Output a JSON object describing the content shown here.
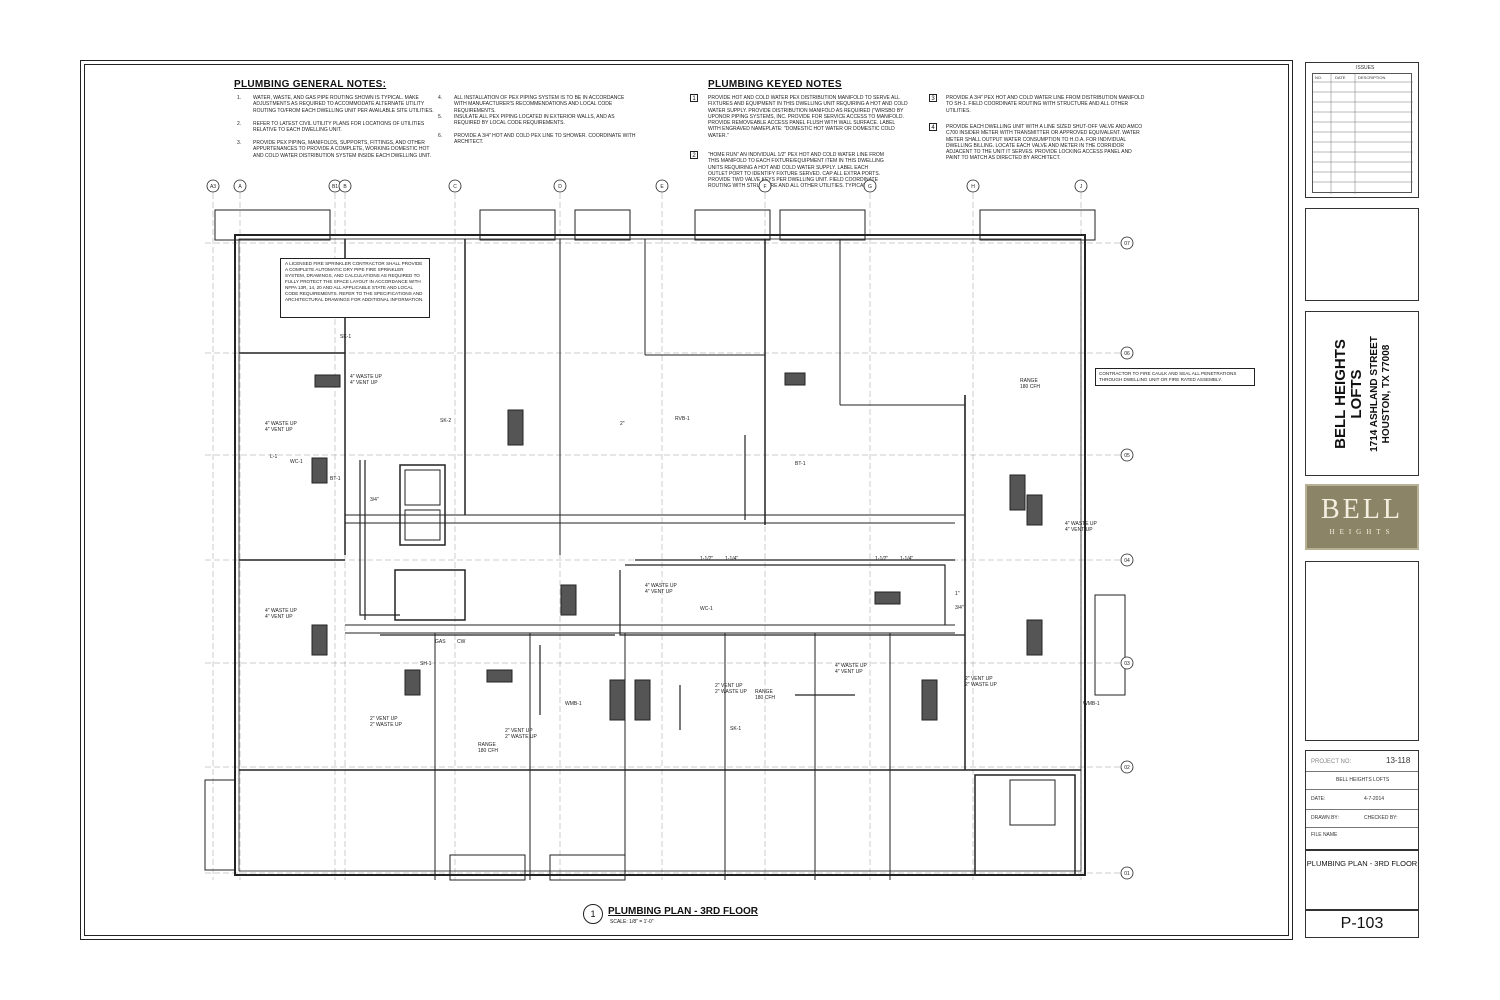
{
  "general_notes": {
    "title": "PLUMBING GENERAL NOTES:",
    "items": [
      {
        "num": "1.",
        "text": "WATER, WASTE, AND GAS PIPE ROUTING SHOWN IS TYPICAL. MAKE ADJUSTMENTS AS REQUIRED TO ACCOMMODATE ALTERNATE UTILITY ROUTING TO/FROM EACH DWELLING UNIT PER AVAILABLE SITE UTILITIES."
      },
      {
        "num": "2.",
        "text": "REFER TO LATEST CIVIL UTILITY PLANS FOR LOCATIONS OF UTILITIES RELATIVE TO EACH DWELLING UNIT."
      },
      {
        "num": "3.",
        "text": "PROVIDE PEX PIPING, MANIFOLDS, SUPPORTS, FITTINGS, AND OTHER APPURTENANCES TO PROVIDE A COMPLETE, WORKING DOMESTIC HOT AND COLD WATER DISTRIBUTION SYSTEM INSIDE EACH DWELLING UNIT."
      },
      {
        "num": "4.",
        "text": "ALL INSTALLATION OF PEX PIPING SYSTEM IS TO BE IN ACCORDANCE WITH MANUFACTURER'S RECOMMENDATIONS AND LOCAL CODE REQUIREMENTS."
      },
      {
        "num": "5.",
        "text": "INSULATE ALL PEX PIPING LOCATED IN EXTERIOR WALLS, AND AS REQUIRED BY LOCAL CODE REQUIREMENTS."
      },
      {
        "num": "6.",
        "text": "PROVIDE A 3/4\" HOT AND COLD PEX LINE TO SHOWER. COORDINATE WITH ARCHITECT."
      }
    ]
  },
  "keyed_notes": {
    "title": "PLUMBING KEYED NOTES",
    "items": [
      {
        "num": "1",
        "text": "PROVIDE HOT AND COLD WATER PEX DISTRIBUTION MANIFOLD TO SERVE ALL FIXTURES AND EQUIPMENT IN THIS DWELLING UNIT REQUIRING A HOT AND COLD WATER SUPPLY. PROVIDE DISTRIBUTION MANIFOLD AS REQUIRED (\"WIRSBO BY UPONOR PIPING SYSTEMS, INC. PROVIDE FOR SERVICE ACCESS TO MANIFOLD. PROVIDE REMOVEABLE ACCESS PANEL FLUSH WITH WALL SURFACE. LABEL WITH ENGRAVED NAMEPLATE: \"DOMESTIC HOT WATER OR DOMESTIC COLD WATER.\""
      },
      {
        "num": "2",
        "text": "\"HOME RUN\" AN INDIVIDUAL 1/2\" PEX HOT AND COLD WATER LINE FROM THIS MANIFOLD TO EACH FIXTURE/EQUIPMENT ITEM IN THIS DWELLING UNITS REQUIRING A HOT AND COLD WATER SUPPLY. LABEL EACH OUTLET PORT TO IDENTIFY FIXTURE SERVED. CAP ALL EXTRA PORTS. PROVIDE TWO VALVE KEYS PER DWELLING UNIT. FIELD COORDINATE ROUTING WITH STRUCTURE AND ALL OTHER UTILITIES. TYPICAL."
      },
      {
        "num": "3",
        "text": "PROVIDE A 3/4\" PEX HOT AND COLD WATER LINE FROM DISTRIBUTION MANIFOLD TO SH-1. FIELD COORDINATE ROUTING WITH STRUCTURE AND ALL OTHER UTILITIES."
      },
      {
        "num": "4",
        "text": "PROVIDE EACH DWELLING UNIT WITH A LINE SIZED SHUT-OFF VALVE AND AMCO C700 INSIDER METER WITH TRANSMITTER OR APPROVED EQUIVALENT. WATER METER SHALL OUTPUT WATER CONSUMPTION TO H.O.A. FOR INDIVIDUAL DWELLING BILLING. LOCATE EACH VALVE AND METER IN THE CORRIDOR ADJACENT TO THE UNIT IT SERVES. PROVIDE LOCKING ACCESS PANEL AND PAINT TO MATCH AS DIRECTED BY ARCHITECT."
      }
    ]
  },
  "sprinkler_note": "A LICENSED FIRE SPRINKLER CONTRACTOR SHALL PROVIDE A COMPLETE AUTOMATIC DRY PIPE FIRE SPRINKLER SYSTEM, DRAWINGS, AND CALCULATIONS AS REQUIRED TO FULLY PROTECT THE SPACE LAYOUT IN ACCORDANCE WITH NFPA 13R, 14, 20 AND ALL APPLICABLE STATE AND LOCAL CODE REQUIREMENTS. REFER TO THE SPECIFICATIONS AND ARCHITECTURAL DRAWINGS FOR ADDITIONAL INFORMATION.",
  "contractor_note": "CONTRACTOR TO FIRE CAULK AND SEAL ALL PENETRATIONS THROUGH DWELLING UNIT OR FIRE RATED ASSEMBLY.",
  "grid": {
    "top": [
      "A3",
      "A",
      "B1",
      "B",
      "C",
      "D",
      "E",
      "F",
      "G",
      "H",
      "J"
    ],
    "right": [
      "07",
      "06",
      "05",
      "04",
      "03",
      "02",
      "01"
    ]
  },
  "plan_labels": {
    "waste_vent_4": [
      "4\" WASTE UP",
      "4\" VENT UP"
    ],
    "waste_vent_2": [
      "2\" VENT UP",
      "2\" WASTE UP"
    ],
    "range": [
      "RANGE",
      "180 CFH"
    ],
    "sizes": [
      "1-1/2\"",
      "1-1/4\"",
      "3/4\"",
      "1\"",
      "2\"",
      "GAS",
      "CW"
    ],
    "fixtures": [
      "WC-1",
      "L-1",
      "BT-1",
      "SK-1",
      "SH-1",
      "WMB-1",
      "RVB-1",
      "SK-2"
    ]
  },
  "title_label": {
    "num": "1",
    "title": "PLUMBING PLAN - 3RD FLOOR",
    "scale": "SCALE:   1/8\" = 1'-0\""
  },
  "title_block": {
    "issues_header": "ISSUES",
    "issues_cols": [
      "NO.",
      "DATE",
      "DESCRIPTION"
    ],
    "project_name": "BELL HEIGHTS",
    "project_name2": "LOFTS",
    "address1": "1714 ASHLAND STREET",
    "address2": "HOUSTON, TX 77008",
    "logo_main": "BELL",
    "logo_sub": "HEIGHTS",
    "project_no_label": "PROJECT NO:",
    "project_no": "13-118",
    "project_title": "BELL HEIGHTS LOFTS",
    "date_label": "DATE:",
    "date": "4-7-2014",
    "drawn_label": "DRAWN BY:",
    "checked_label": "CHECKED BY:",
    "file_label": "FILE NAME",
    "sheet_title": "PLUMBING PLAN - 3RD FLOOR",
    "sheet_no": "P-103"
  },
  "colors": {
    "line": "#222222",
    "logo_bg": "#8c8466",
    "logo_text": "#f4efe0"
  }
}
